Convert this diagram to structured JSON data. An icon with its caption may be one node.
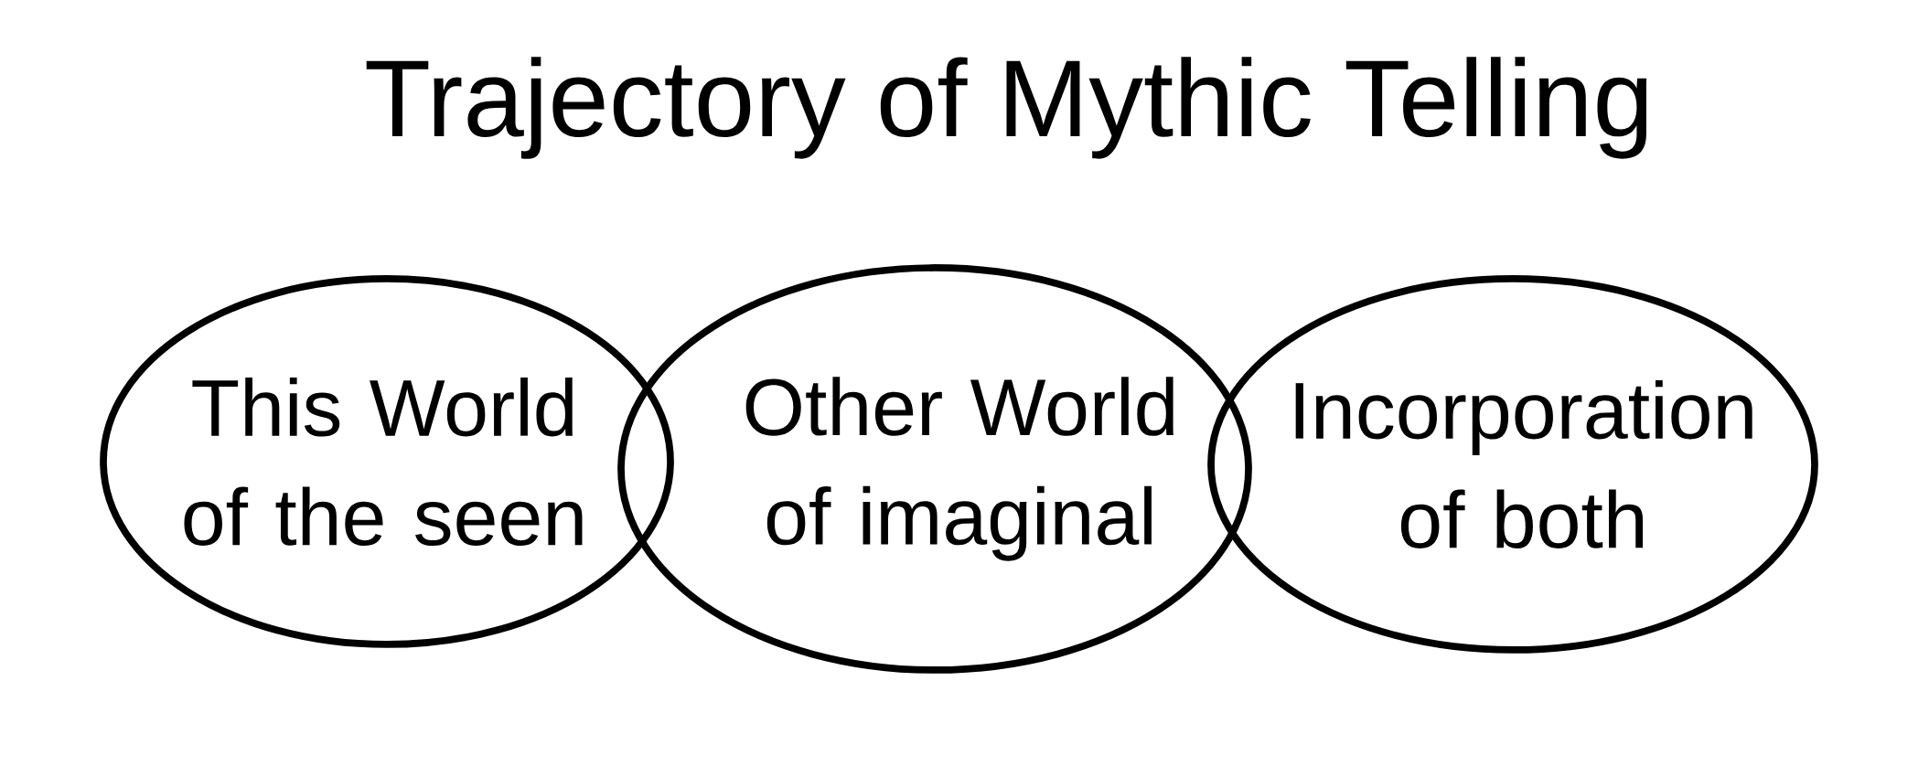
{
  "diagram": {
    "title": "Trajectory of Mythic Telling",
    "nodes": [
      {
        "text": [
          "This World of the seen"
        ]
      },
      {
        "text": [
          "Other World of imaginal"
        ]
      },
      {
        "text": [
          "Incorporation of both"
        ]
      }
    ],
    "edges": []
  }
}
